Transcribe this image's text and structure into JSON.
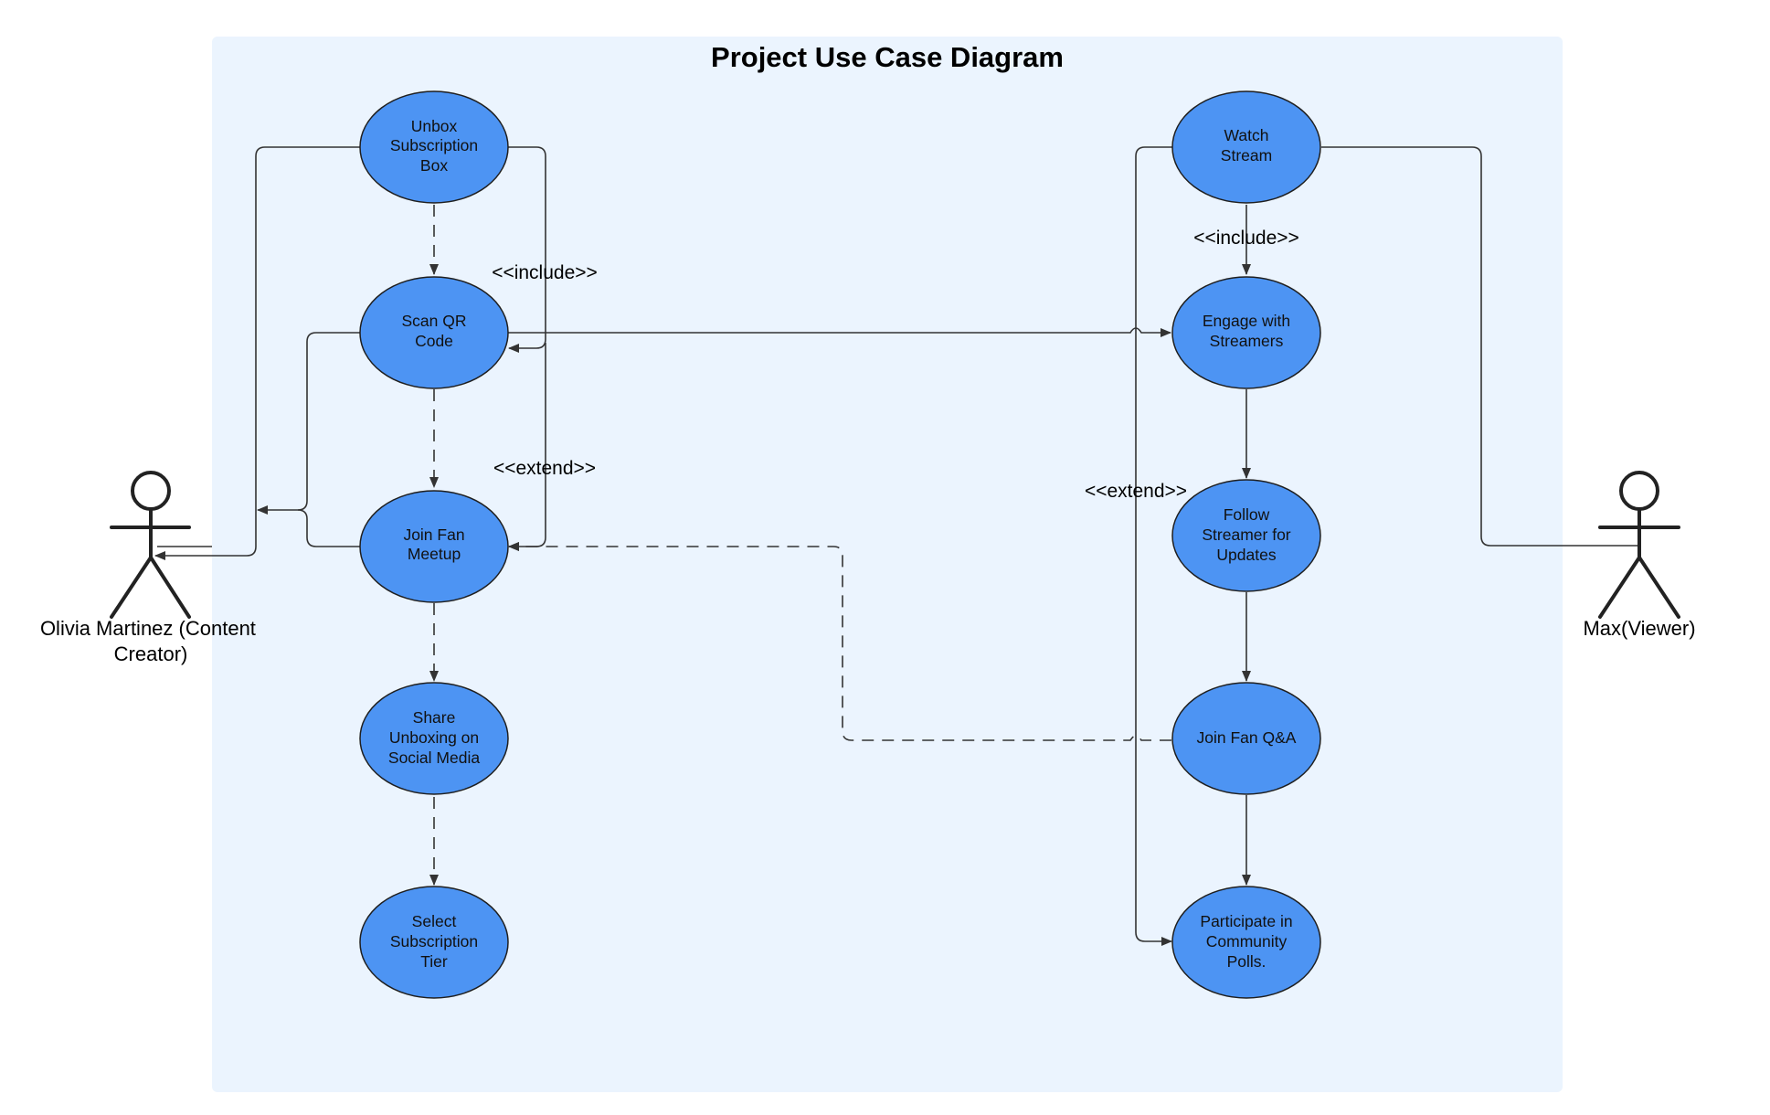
{
  "title": "Project Use Case Diagram",
  "colors": {
    "boundary_fill": "#ebf4fe",
    "usecase_fill": "#4d94f3",
    "usecase_stroke": "#1f1f1f",
    "line": "#333333"
  },
  "actors": {
    "left": {
      "name_line1": "Olivia Martinez (Content",
      "name_line2": "Creator)"
    },
    "right": {
      "name": "Max(Viewer)"
    }
  },
  "use_cases": {
    "unbox": [
      "Unbox",
      "Subscription",
      "Box"
    ],
    "scan_qr": [
      "Scan QR",
      "Code"
    ],
    "join_meetup": [
      "Join Fan",
      "Meetup"
    ],
    "share": [
      "Share",
      "Unboxing on",
      "Social Media"
    ],
    "select_tier": [
      "Select",
      "Subscription",
      "Tier"
    ],
    "watch_stream": [
      "Watch",
      "Stream"
    ],
    "engage": [
      "Engage with",
      "Streamers"
    ],
    "follow": [
      "Follow",
      "Streamer for",
      "Updates"
    ],
    "fan_qa": [
      "Join Fan Q&A"
    ],
    "polls": [
      "Participate in",
      "Community",
      "Polls."
    ]
  },
  "stereotypes": {
    "include_left": "<<include>>",
    "extend_left": "<<extend>>",
    "include_right": "<<include>>",
    "extend_right": "<<extend>>"
  }
}
